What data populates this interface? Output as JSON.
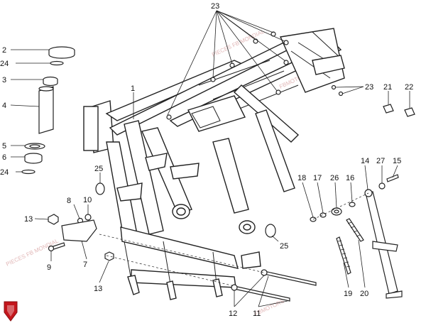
{
  "callouts": {
    "c1": "1",
    "c2": "2",
    "c3": "3",
    "c4": "4",
    "c5": "5",
    "c6": "6",
    "c7": "7",
    "c8": "8",
    "c9": "9",
    "c10": "10",
    "c11": "11",
    "c12": "12",
    "c13a": "13",
    "c13b": "13",
    "c14": "14",
    "c15": "15",
    "c16": "16",
    "c17": "17",
    "c18": "18",
    "c19": "19",
    "c20": "20",
    "c21": "21",
    "c22": "22",
    "c23a": "23",
    "c23b": "23",
    "c24a": "24",
    "c24b": "24",
    "c25a": "25",
    "c25b": "25",
    "c26": "26",
    "c27": "27"
  },
  "watermark": {
    "line1": "PIECES FB MONDIAL",
    "line2": "FBMOTORS"
  },
  "logo": "FB MONDIAL"
}
